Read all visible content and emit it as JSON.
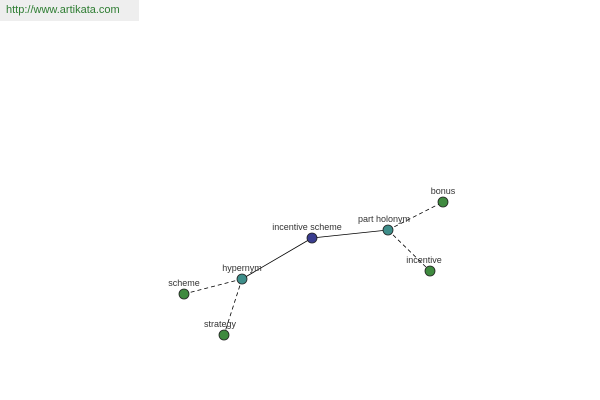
{
  "banner": {
    "url_text": "http://www.artikata.com"
  },
  "colors": {
    "center_node": "#3a3d8f",
    "relation_node": "#3e8e8a",
    "leaf_node": "#3f8a3f",
    "edge": "#000000",
    "node_stroke": "#222222"
  },
  "graph": {
    "nodes": [
      {
        "id": "incentive-scheme",
        "label": "incentive scheme",
        "kind": "center"
      },
      {
        "id": "part-holonym",
        "label": "part holonym",
        "kind": "relation"
      },
      {
        "id": "hypernym",
        "label": "hypernym",
        "kind": "relation"
      },
      {
        "id": "bonus",
        "label": "bonus",
        "kind": "leaf"
      },
      {
        "id": "incentive",
        "label": "incentive",
        "kind": "leaf"
      },
      {
        "id": "scheme",
        "label": "scheme",
        "kind": "leaf"
      },
      {
        "id": "strategy",
        "label": "strategy",
        "kind": "leaf"
      }
    ],
    "edges": [
      {
        "from": "incentive-scheme",
        "to": "part-holonym",
        "style": "solid"
      },
      {
        "from": "incentive-scheme",
        "to": "hypernym",
        "style": "solid"
      },
      {
        "from": "part-holonym",
        "to": "bonus",
        "style": "dashed"
      },
      {
        "from": "part-holonym",
        "to": "incentive",
        "style": "dashed"
      },
      {
        "from": "hypernym",
        "to": "scheme",
        "style": "dashed"
      },
      {
        "from": "hypernym",
        "to": "strategy",
        "style": "dashed"
      }
    ]
  }
}
